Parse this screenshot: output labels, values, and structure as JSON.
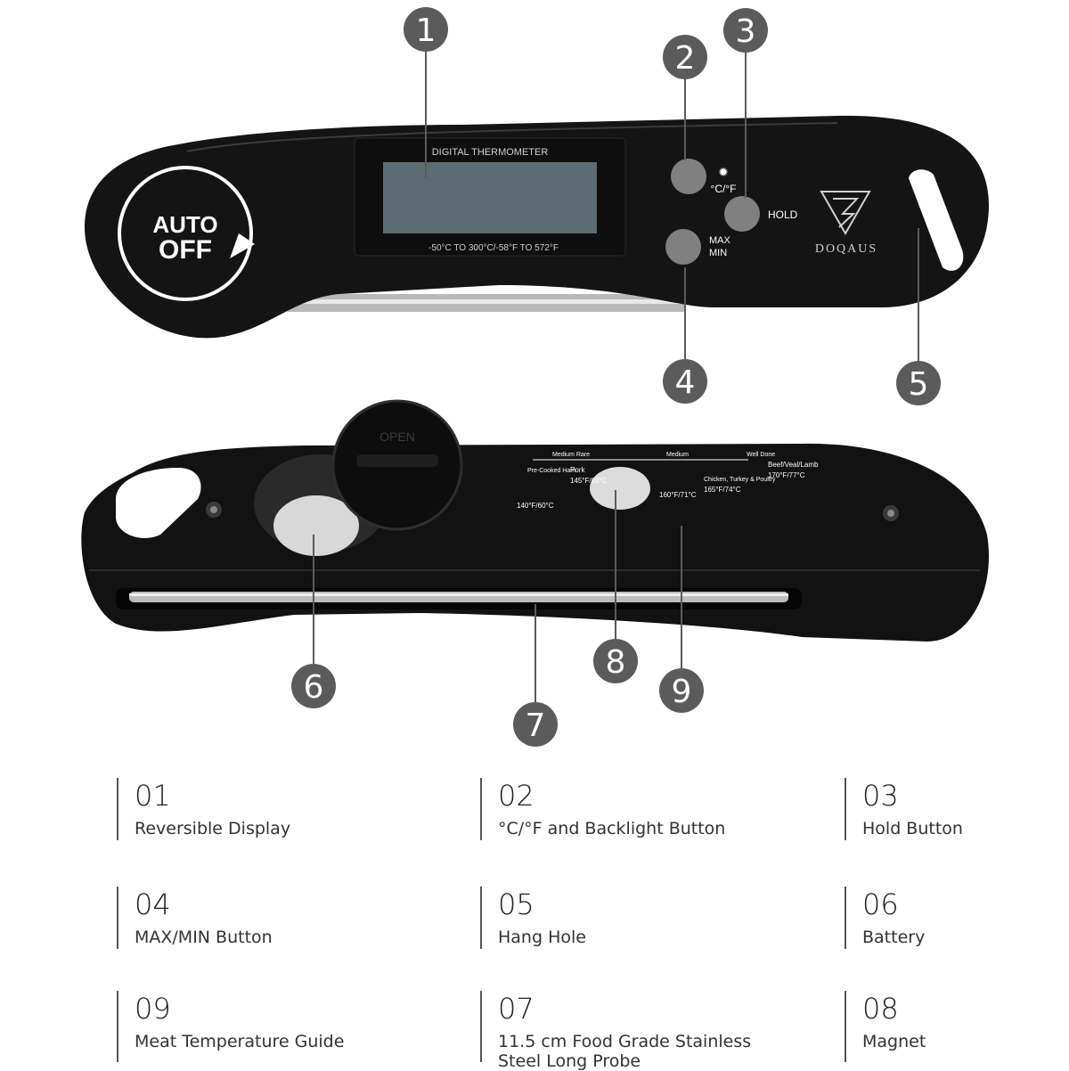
{
  "device": {
    "display_title": "DIGITAL THERMOMETER",
    "range_text": "-50°C TO 300°C/-58°F TO 572°F",
    "auto_off_line1": "AUTO",
    "auto_off_line2": "OFF",
    "unit_button_label": "°C/°F",
    "hold_label": "HOLD",
    "maxmin_line1": "MAX",
    "maxmin_line2": "MIN",
    "brand": "DOQAUS",
    "battery_cap_text": "OPEN",
    "guide": [
      {
        "doneness": "Well Done",
        "food": "Beef/Veal/Lamb",
        "temp": "170°F/77°C"
      },
      {
        "doneness": "",
        "food": "Chicken, Turkey & Poultry",
        "temp": "165°F/74°C"
      },
      {
        "doneness": "Medium",
        "food": "",
        "temp": "160°F/71°C"
      },
      {
        "doneness": "Medium Rare",
        "food": "Pork",
        "temp": "145°F/63°C"
      },
      {
        "doneness": "",
        "food": "Pre-Cooked Ham",
        "temp": "140°F/60°C"
      }
    ]
  },
  "callouts": [
    "1",
    "2",
    "3",
    "4",
    "5",
    "6",
    "7",
    "8",
    "9"
  ],
  "features": [
    {
      "num": "01",
      "desc": "Reversible Display"
    },
    {
      "num": "02",
      "desc": "°C/°F and Backlight Button"
    },
    {
      "num": "03",
      "desc": "Hold Button"
    },
    {
      "num": "04",
      "desc": "MAX/MIN Button"
    },
    {
      "num": "05",
      "desc": "Hang Hole"
    },
    {
      "num": "06",
      "desc": "Battery"
    },
    {
      "num": "09",
      "desc": "Meat Temperature Guide"
    },
    {
      "num": "07",
      "desc": "11.5 cm Food Grade  Stainless Steel Long Probe"
    },
    {
      "num": "08",
      "desc": "Magnet"
    }
  ],
  "colors": {
    "body": "#141414",
    "callout_circle": "#5b5b5b",
    "display": "#5d6b72",
    "button": "#808080"
  }
}
